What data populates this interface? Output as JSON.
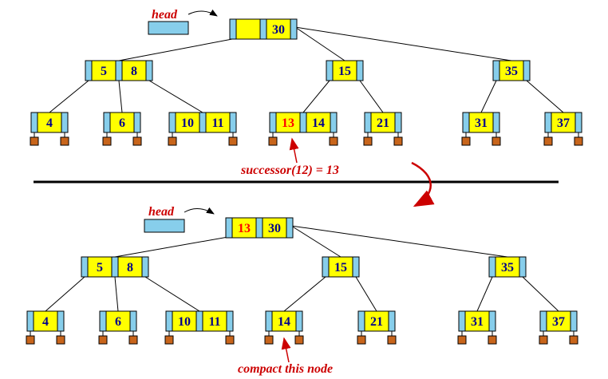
{
  "colors": {
    "key_text": "#00008b",
    "highlight_text": "#ff0000",
    "annotation": "#cc0000",
    "pointer_cell": "#87ceeb",
    "key_cell": "#ffff00",
    "leaf_pointer": "#c8651b"
  },
  "top_tree": {
    "head_label": "head",
    "root": [
      "",
      "30"
    ],
    "level1": [
      [
        "5",
        "8"
      ],
      [
        "15"
      ],
      [
        "35"
      ]
    ],
    "leaves": [
      [
        "4"
      ],
      [
        "6"
      ],
      [
        "10",
        "11"
      ],
      [
        "13",
        "14"
      ],
      [
        "21"
      ],
      [
        "31"
      ],
      [
        "37"
      ]
    ],
    "highlighted_key": "13",
    "annotation": "successor(12) = 13"
  },
  "bottom_tree": {
    "head_label": "head",
    "root": [
      "13",
      "30"
    ],
    "level1": [
      [
        "5",
        "8"
      ],
      [
        "15"
      ],
      [
        "35"
      ]
    ],
    "leaves": [
      [
        "4"
      ],
      [
        "6"
      ],
      [
        "10",
        "11"
      ],
      [
        "14"
      ],
      [
        "21"
      ],
      [
        "31"
      ],
      [
        "37"
      ]
    ],
    "highlighted_key": "13",
    "annotation": "compact this node"
  }
}
